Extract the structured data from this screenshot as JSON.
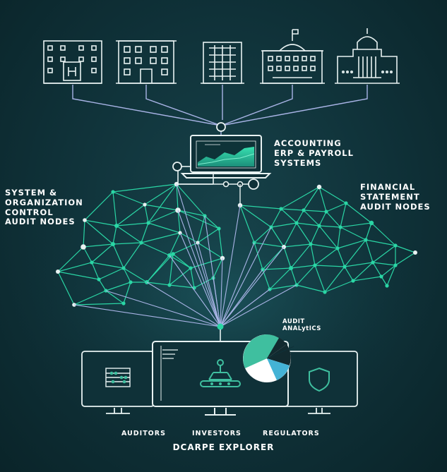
{
  "labels": {
    "accounting": "ACCOUNTING\nERP & PAYROLL\nSYSTEMS",
    "system_control": "SYSTEM &\nORGANIZATION\nCONTROL\nAUDIT NODES",
    "financial_statement": "FINANCIAL\nSTATEMENT\nAUDIT NODES",
    "audit_analytics": "AUDIT\nANALytICS"
  },
  "screens": {
    "auditors": "AUDITORS",
    "investors": "INVESTORS",
    "regulators": "REGULATORS"
  },
  "footer": {
    "title": "DCARPE EXPLORER"
  },
  "colors": {
    "background": "#0f3138",
    "line_white": "#e8f2f2",
    "edge_lavender": "#a9b4e6",
    "mesh_teal": "#2ad6a5",
    "accent_teal": "#3fbf9f",
    "pie_blue": "#44b3d6",
    "pie_dark": "#122a2f"
  },
  "icons": [
    "office-building-icon",
    "apartment-building-icon",
    "tower-building-icon",
    "government-building-icon",
    "capitol-building-icon",
    "laptop-icon",
    "abacus-icon",
    "network-tree-icon",
    "shield-icon",
    "pie-chart-icon"
  ]
}
